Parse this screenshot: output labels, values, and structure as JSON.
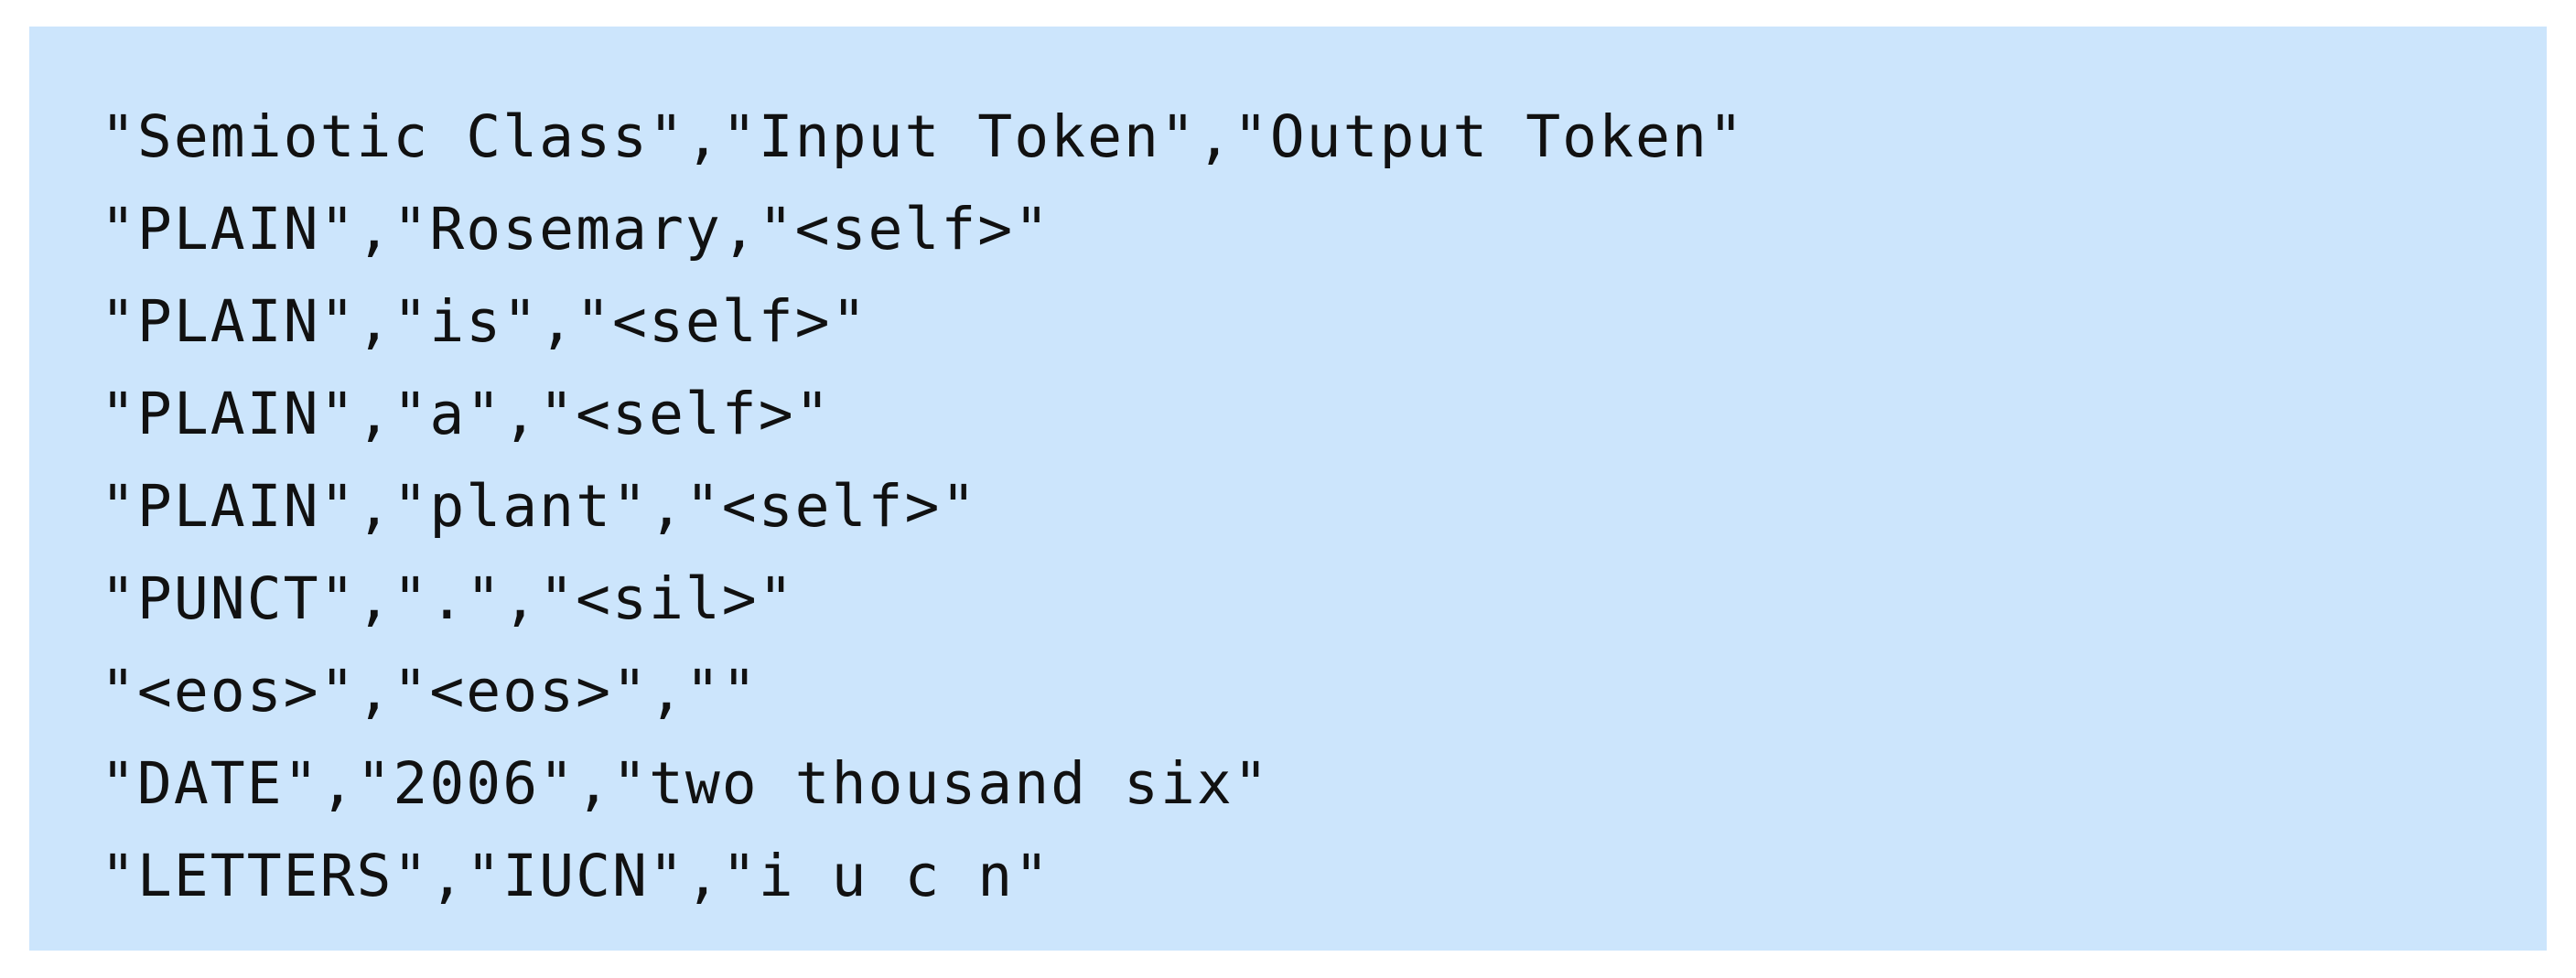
{
  "document": {
    "lines": [
      "\"Semiotic Class\",\"Input Token\",\"Output Token\"",
      "\"PLAIN\",\"Rosemary,\"<self>\"",
      "\"PLAIN\",\"is\",\"<self>\"",
      "\"PLAIN\",\"a\",\"<self>\"",
      "\"PLAIN\",\"plant\",\"<self>\"",
      "\"PUNCT\",\".\",\"<sil>\"",
      "\"<eos>\",\"<eos>\",\"\"",
      "\"DATE\",\"2006\",\"two thousand six\"",
      "\"LETTERS\",\"IUCN\",\"i u c n\""
    ]
  },
  "colors": {
    "panel_background": "#cce5fc",
    "text": "#111111"
  }
}
